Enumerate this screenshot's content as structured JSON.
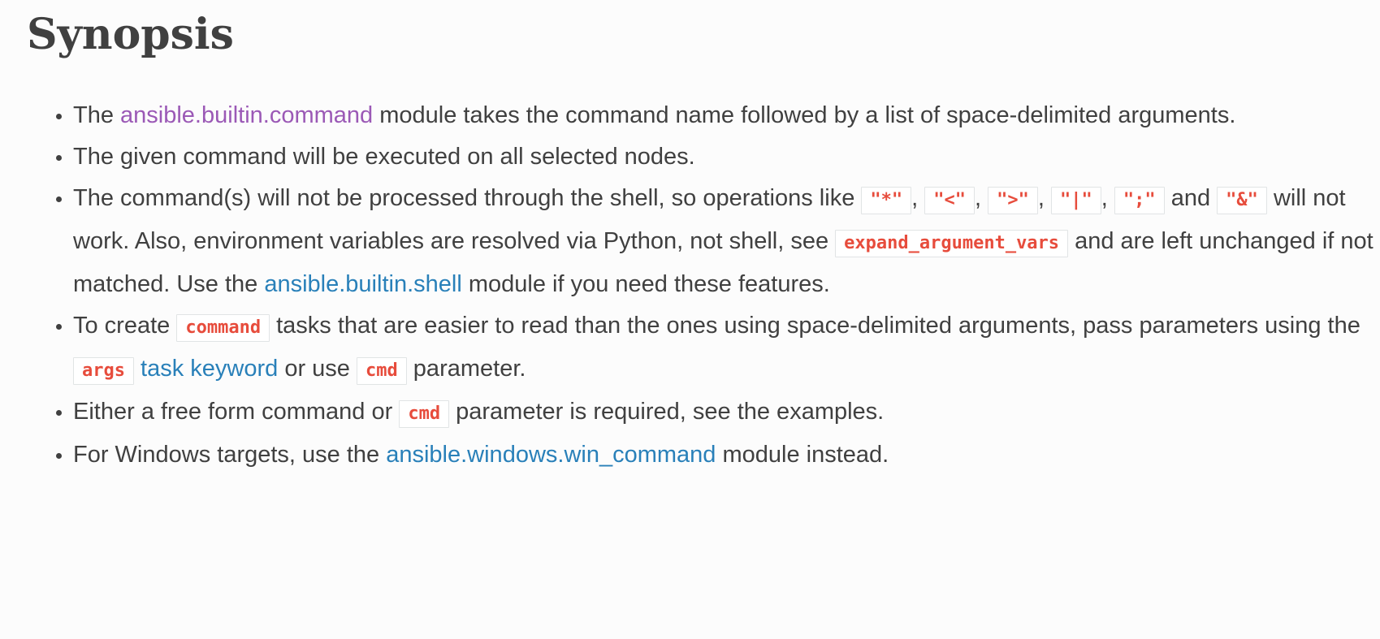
{
  "page": {
    "background_color": "#fcfcfc",
    "text_color": "#404040",
    "link_color": "#2980b9",
    "visited_link_color": "#9b59b6",
    "code_text_color": "#e74c3c",
    "code_border_color": "#e1e4e5"
  },
  "heading": "Synopsis",
  "synopsis": {
    "bullets": [
      {
        "segments": [
          {
            "t": "text",
            "v": "The "
          },
          {
            "t": "link-visited",
            "v": "ansible.builtin.command",
            "name": "ansible-builtin-command"
          },
          {
            "t": "text",
            "v": " module takes the command name followed by a list of space-delimited arguments."
          }
        ]
      },
      {
        "segments": [
          {
            "t": "text",
            "v": "The given command will be executed on all selected nodes."
          }
        ]
      },
      {
        "segments": [
          {
            "t": "text",
            "v": "The command(s) will not be processed through the shell, so operations like "
          },
          {
            "t": "code",
            "v": "\"*\""
          },
          {
            "t": "text",
            "v": ", "
          },
          {
            "t": "code",
            "v": "\"<\""
          },
          {
            "t": "text",
            "v": ", "
          },
          {
            "t": "code",
            "v": "\">\""
          },
          {
            "t": "text",
            "v": ", "
          },
          {
            "t": "code",
            "v": "\"|\""
          },
          {
            "t": "text",
            "v": ", "
          },
          {
            "t": "code",
            "v": "\";\""
          },
          {
            "t": "text",
            "v": " and "
          },
          {
            "t": "code",
            "v": "\"&\""
          },
          {
            "t": "text",
            "v": " will not work. Also, environment variables are resolved via Python, not shell, see "
          },
          {
            "t": "code",
            "v": "expand_argument_vars"
          },
          {
            "t": "text",
            "v": " and are left unchanged if not matched. Use the "
          },
          {
            "t": "link",
            "v": "ansible.builtin.shell",
            "name": "ansible-builtin-shell"
          },
          {
            "t": "text",
            "v": " module if you need these features."
          }
        ]
      },
      {
        "segments": [
          {
            "t": "text",
            "v": "To create "
          },
          {
            "t": "code",
            "v": "command"
          },
          {
            "t": "text",
            "v": " tasks that are easier to read than the ones using space-delimited arguments, pass parameters using the "
          },
          {
            "t": "code",
            "v": "args"
          },
          {
            "t": "text",
            "v": " "
          },
          {
            "t": "link",
            "v": "task keyword",
            "name": "task-keyword"
          },
          {
            "t": "text",
            "v": " or use "
          },
          {
            "t": "code",
            "v": "cmd"
          },
          {
            "t": "text",
            "v": " parameter."
          }
        ]
      },
      {
        "segments": [
          {
            "t": "text",
            "v": "Either a free form command or "
          },
          {
            "t": "code",
            "v": "cmd"
          },
          {
            "t": "text",
            "v": " parameter is required, see the examples."
          }
        ]
      },
      {
        "segments": [
          {
            "t": "text",
            "v": "For Windows targets, use the "
          },
          {
            "t": "link",
            "v": "ansible.windows.win_command",
            "name": "ansible-windows-win-command"
          },
          {
            "t": "text",
            "v": " module instead."
          }
        ]
      }
    ]
  }
}
